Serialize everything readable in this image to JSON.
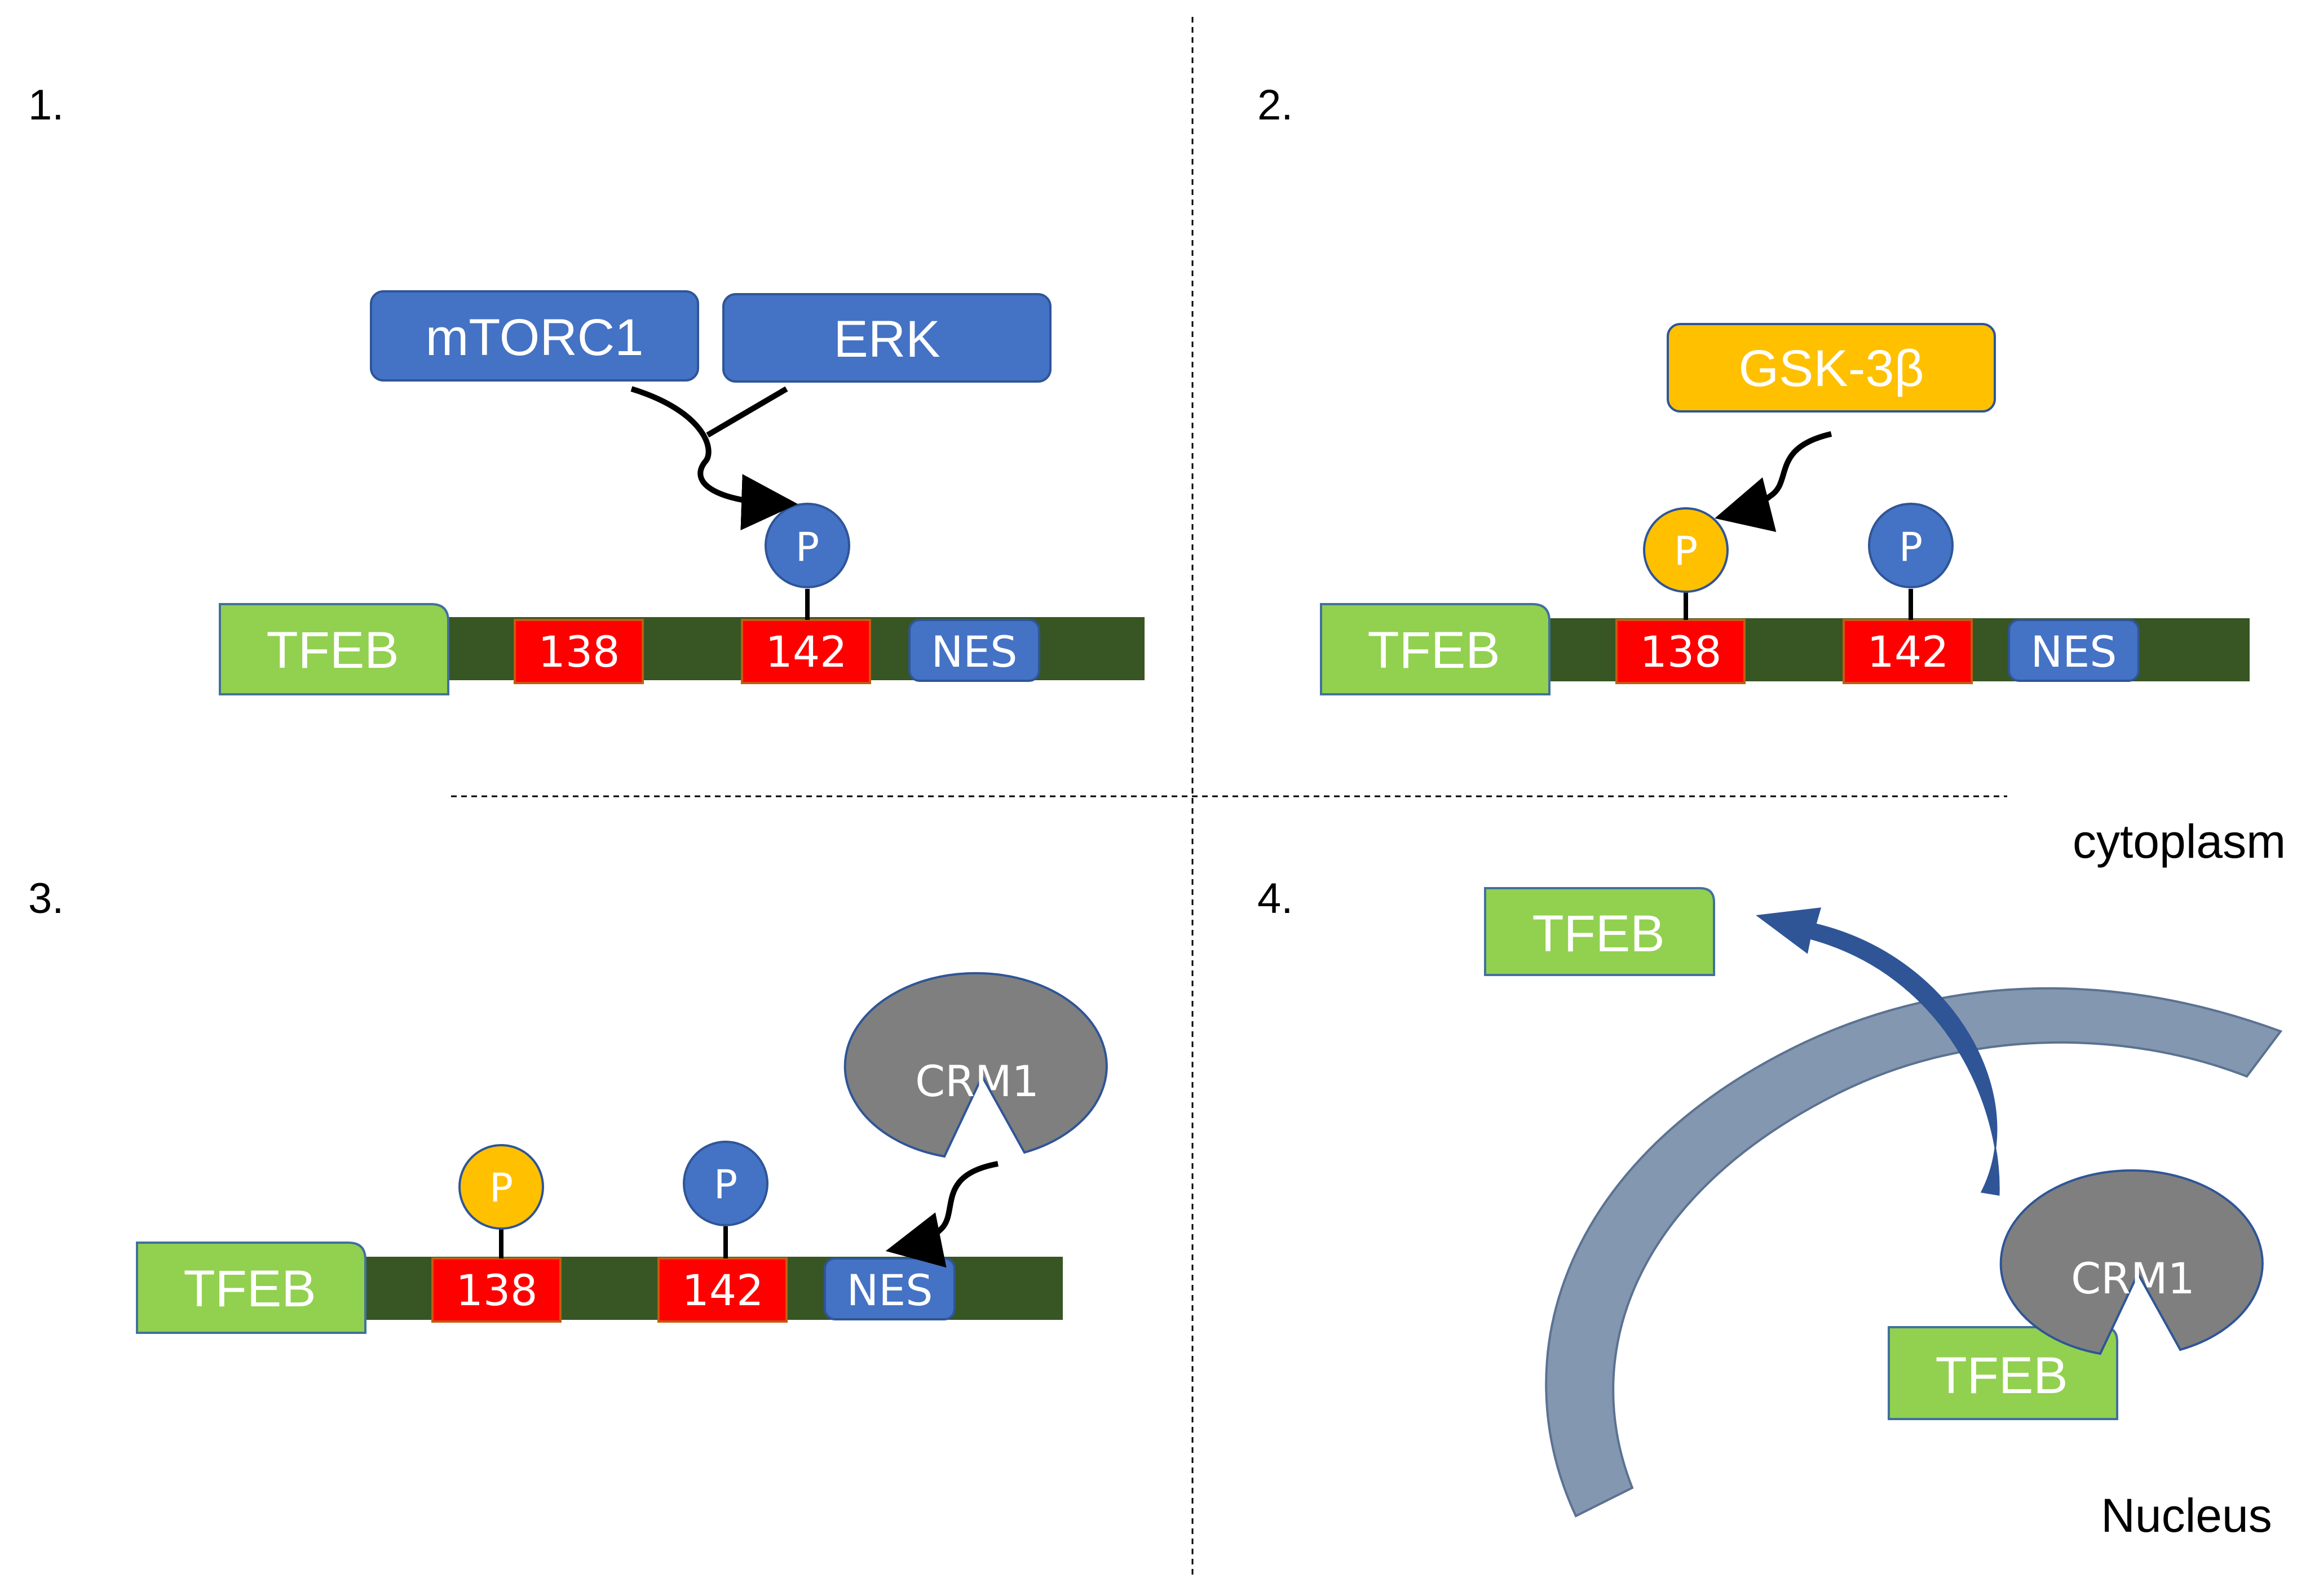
{
  "panels": {
    "p1": {
      "number": "1."
    },
    "p2": {
      "number": "2."
    },
    "p3": {
      "number": "3."
    },
    "p4": {
      "number": "4."
    }
  },
  "labels": {
    "tfeb": "TFEB",
    "site_138": "138",
    "site_142": "142",
    "nes": "NES",
    "phospho": "P",
    "mtorc1": "mTORC1",
    "erk": "ERK",
    "gsk3b": "GSK-3β",
    "crm1": "CRM1",
    "cytoplasm": "cytoplasm",
    "nucleus": "Nucleus"
  },
  "colors": {
    "tfeb_green": "#92d050",
    "bar_dark_green": "#375623",
    "site_red": "#ff0000",
    "kinase_blue": "#4472c4",
    "gsk_yellow": "#ffc000",
    "crm1_gray": "#7f7f7f",
    "envelope_gray": "#8497b0",
    "export_arrow_blue": "#2f5597"
  }
}
